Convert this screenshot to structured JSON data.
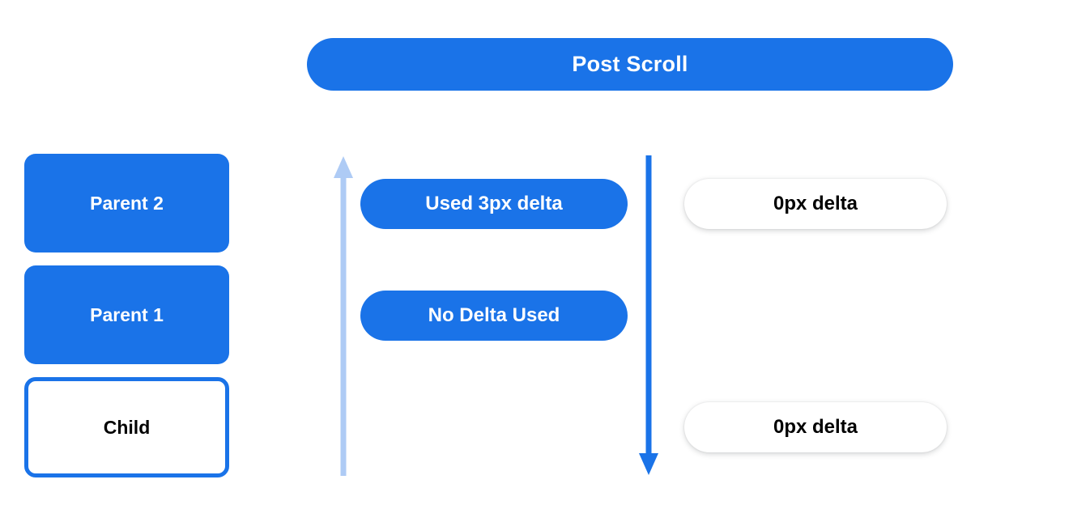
{
  "banner": {
    "title": "Post Scroll"
  },
  "colors": {
    "primary_blue": "#1a73e8",
    "light_blue": "#aecbf5",
    "background": "#ffffff",
    "text_dark": "#000000",
    "text_light": "#ffffff"
  },
  "stack": {
    "boxes": [
      {
        "label": "Parent 2",
        "style": "filled"
      },
      {
        "label": "Parent 1",
        "style": "filled"
      },
      {
        "label": "Child",
        "style": "outlined"
      }
    ]
  },
  "arrows": [
    {
      "name": "scroll-up-arrow",
      "direction": "up",
      "color": "#aecbf5"
    },
    {
      "name": "scroll-down-arrow",
      "direction": "down",
      "color": "#1a73e8"
    }
  ],
  "middle_pills": [
    {
      "label": "Used 3px delta"
    },
    {
      "label": "No Delta Used"
    }
  ],
  "right_pills": [
    {
      "label": "0px delta"
    },
    {
      "label": "0px delta"
    }
  ]
}
